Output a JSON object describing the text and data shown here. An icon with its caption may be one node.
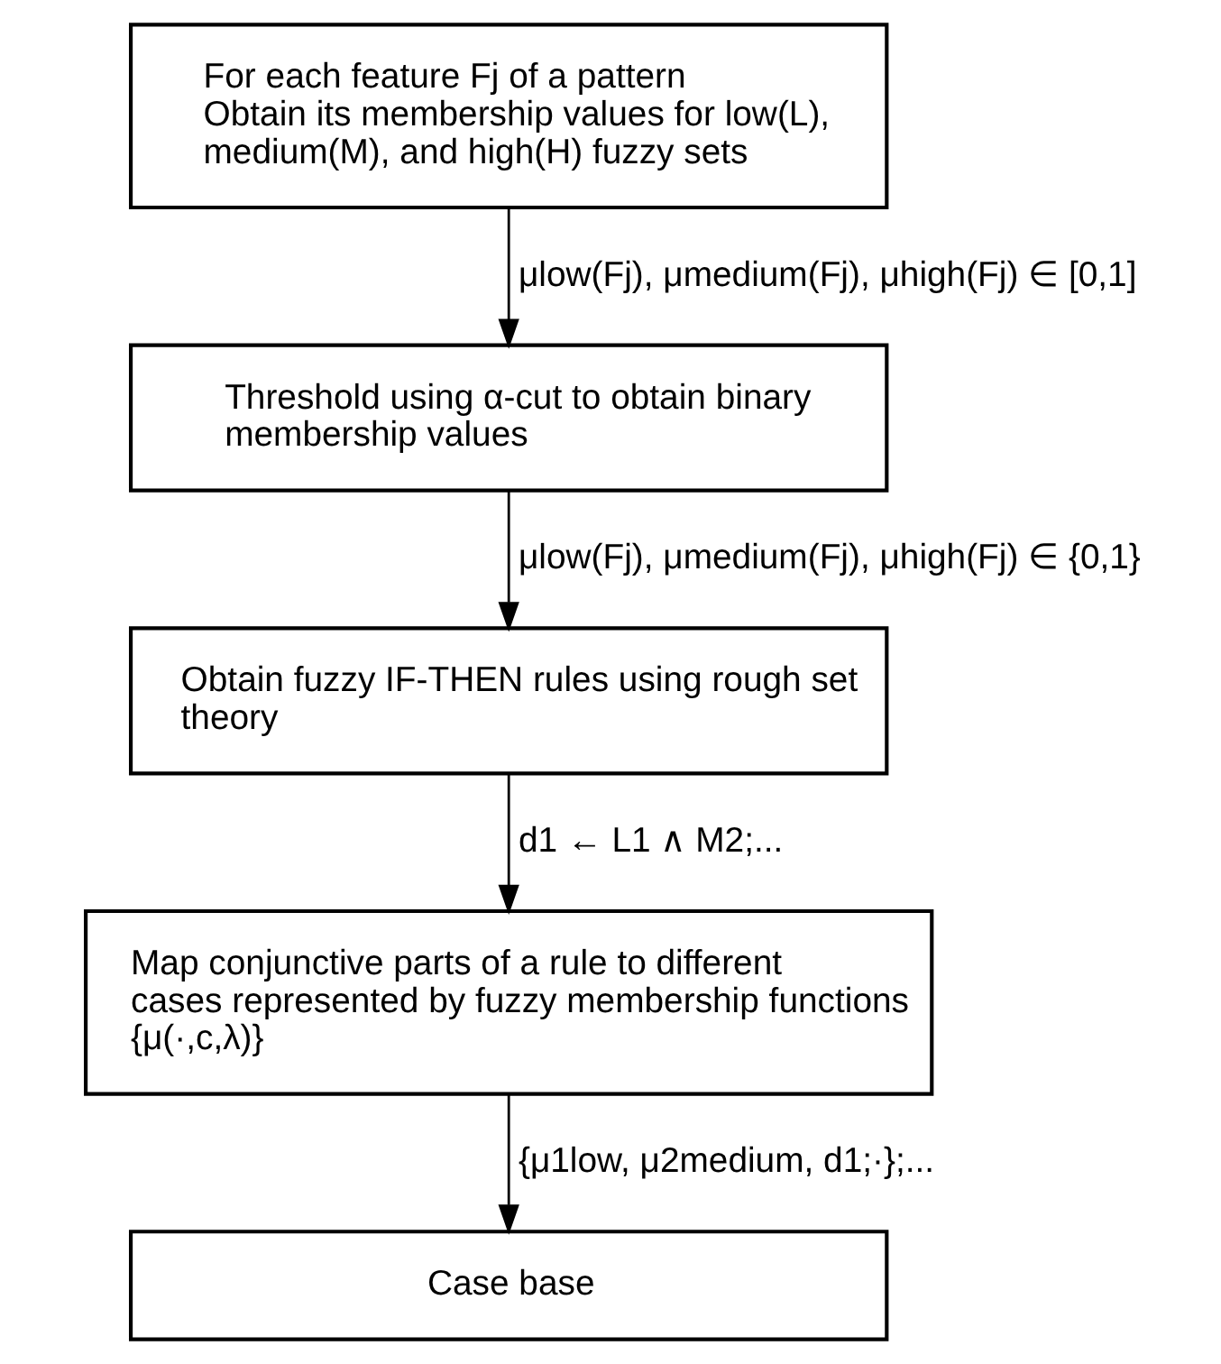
{
  "diagram": {
    "nodes": [
      {
        "text": [
          "For each feature Fj of a pattern",
          "Obtain its membership values for low(L), medium(M), and high(H) fuzzy sets"
        ]
      },
      {
        "text": [
          "Threshold using α-cut to obtain binary membership values"
        ]
      },
      {
        "text": [
          "Obtain fuzzy IF-THEN rules using rough set theory"
        ]
      },
      {
        "text": [
          "Map conjunctive parts of a rule to different cases represented by fuzzy membership functions {μ(·,c,λ)}"
        ]
      },
      {
        "text": [
          "Case base"
        ]
      }
    ],
    "edges": [
      {
        "from": 0,
        "to": 1,
        "arrow": "to",
        "label": "μlow(Fj), μmedium(Fj), μhigh(Fj) ∈ [0,1]"
      },
      {
        "from": 1,
        "to": 2,
        "arrow": "to",
        "label": "μlow(Fj), μmedium(Fj), μhigh(Fj) ∈ {0,1}"
      },
      {
        "from": 2,
        "to": 3,
        "arrow": "to",
        "label": "d1 ← L1 ∧ M2;..."
      },
      {
        "from": 3,
        "to": 4,
        "arrow": "to",
        "label": "{μ1low, μ2medium, d1;·};..."
      }
    ]
  }
}
